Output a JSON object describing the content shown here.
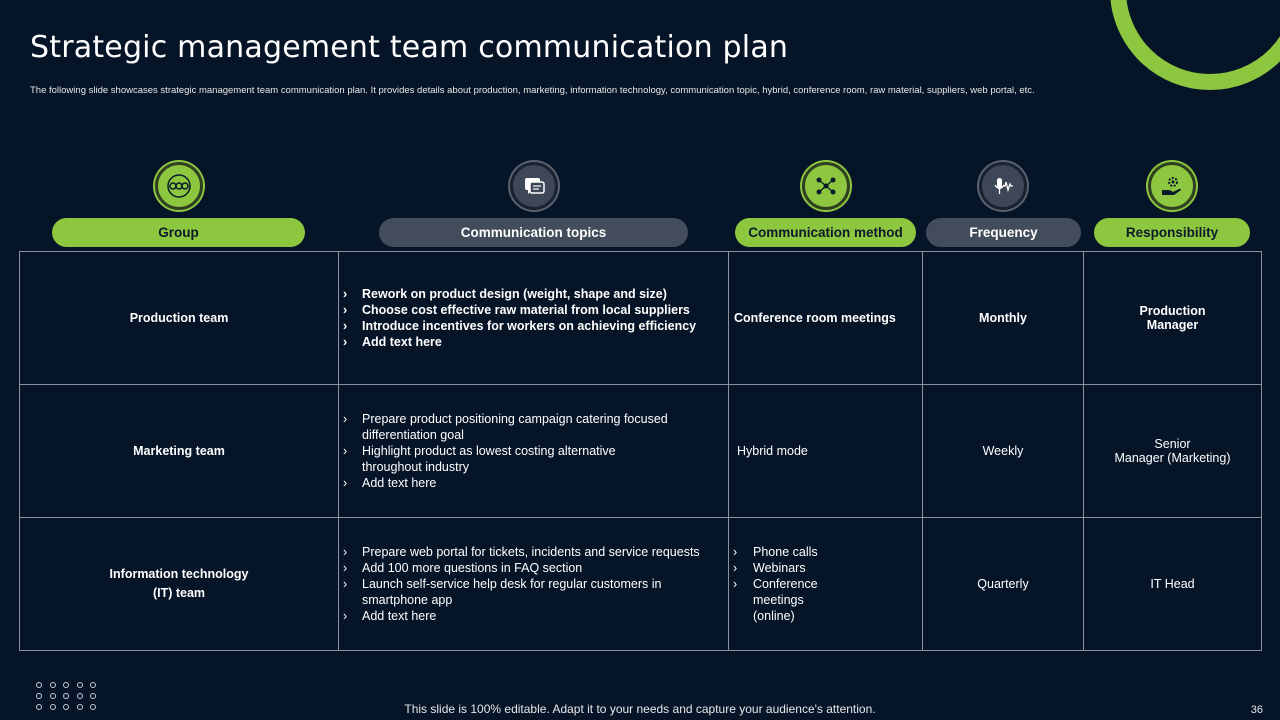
{
  "title": "Strategic management team communication plan",
  "subtitle": "The following slide showcases strategic management team communication plan. It provides details about production, marketing,  information technology, communication topic, hybrid, conference room, raw material, suppliers, web portal, etc.",
  "colors": {
    "accent": "#8dc63f",
    "background": "#061428",
    "pill_gray": "#434c5a"
  },
  "headers": {
    "group": {
      "label": "Group",
      "icon": "team-icon"
    },
    "topics": {
      "label": "Communication topics",
      "icon": "chat-document-icon"
    },
    "method": {
      "label": "Communication method",
      "icon": "network-people-icon"
    },
    "frequency": {
      "label": "Frequency",
      "icon": "microphone-waveform-icon"
    },
    "responsibility": {
      "label": "Responsibility",
      "icon": "hand-gear-icon"
    }
  },
  "rows": [
    {
      "group_lines": [
        "Production team"
      ],
      "topics": [
        "Rework on product design (weight, shape and size)",
        "Choose cost effective raw material from local suppliers",
        "Introduce incentives for workers on achieving efficiency",
        "Add text here"
      ],
      "method": "Conference room meetings",
      "frequency": "Monthly",
      "responsibility_lines": [
        "Production",
        "Manager"
      ]
    },
    {
      "group_lines": [
        "Marketing team"
      ],
      "topics": [
        "Prepare product positioning campaign catering focused differentiation goal",
        "Highlight product as lowest costing alternative throughout industry",
        "Add text here"
      ],
      "method": "Hybrid mode",
      "frequency": "Weekly",
      "responsibility_lines": [
        "Senior",
        "Manager (Marketing)"
      ]
    },
    {
      "group_lines": [
        "Information technology",
        "(IT) team"
      ],
      "topics": [
        "Prepare web portal for tickets, incidents and service requests",
        "Add 100 more questions in FAQ section",
        "Launch self-service help desk for regular customers in smartphone app",
        "Add text here"
      ],
      "method_items": [
        "Phone calls",
        "Webinars",
        "Conference meetings (online)"
      ],
      "frequency": "Quarterly",
      "responsibility_lines": [
        "IT Head"
      ]
    }
  ],
  "footer": "This slide is 100% editable. Adapt it to your needs and capture your audience's attention.",
  "page_number": "36"
}
